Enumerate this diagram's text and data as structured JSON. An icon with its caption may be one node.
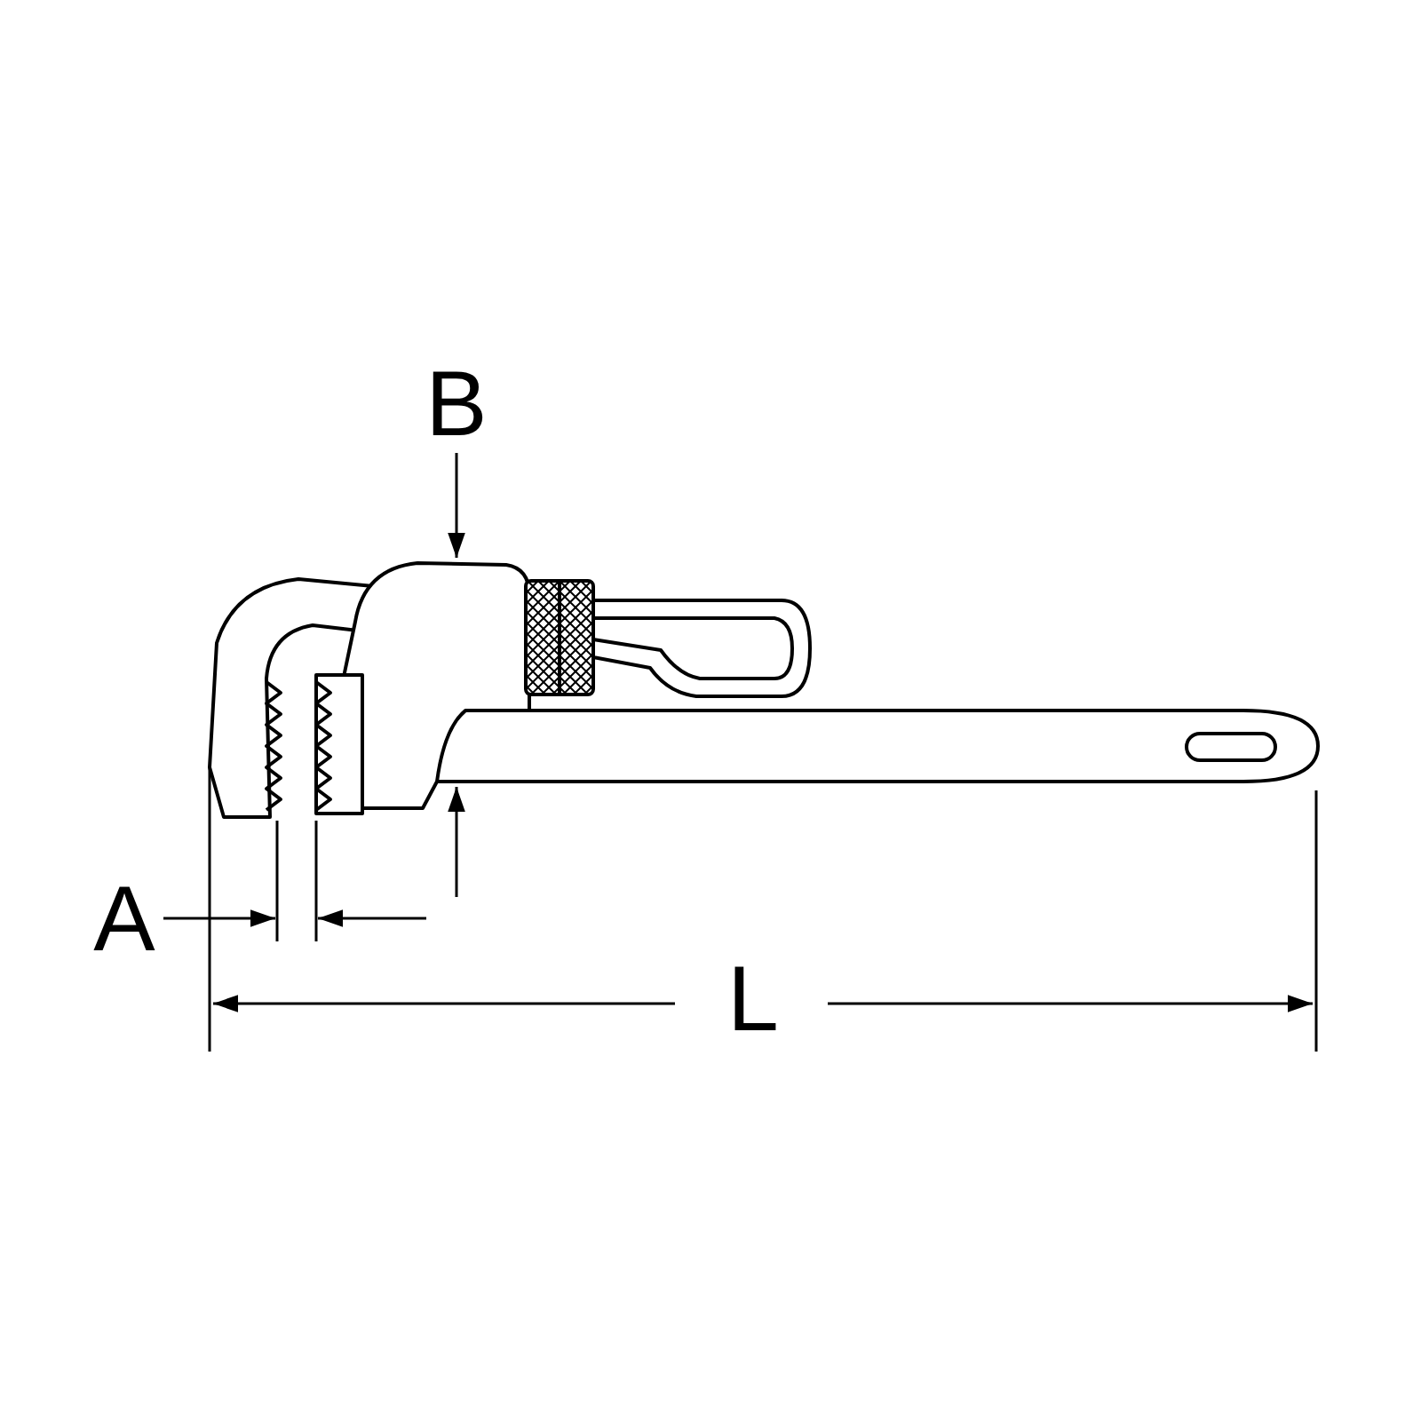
{
  "diagram": {
    "labels": [
      "B",
      "A",
      "L"
    ]
  }
}
